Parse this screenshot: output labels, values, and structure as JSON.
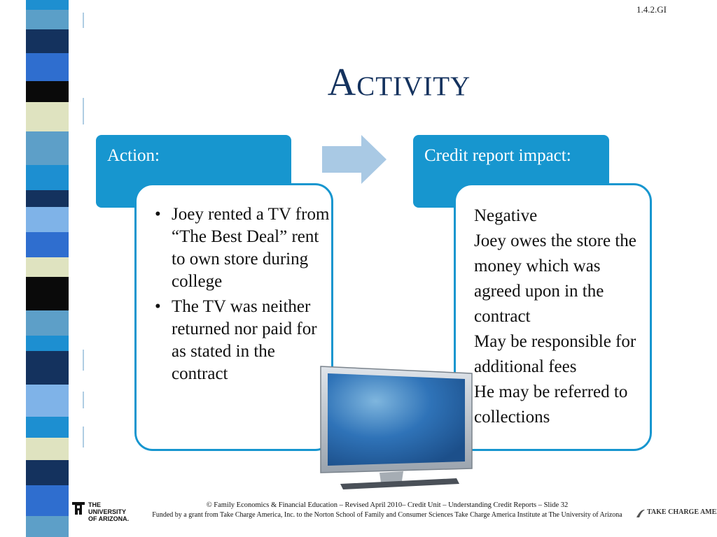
{
  "slide": {
    "code": "1.4.2.GI",
    "title": "Activity"
  },
  "action": {
    "label": "Action:",
    "bullets": [
      "Joey rented a TV from “The Best Deal” rent to own store during college",
      "The TV was neither returned nor paid for as stated in the contract"
    ]
  },
  "impact": {
    "label": "Credit report impact:",
    "lines": [
      "Negative",
      "Joey owes the store the money which was agreed upon in the contract",
      "May be responsible for additional fees",
      "He may be referred to collections"
    ]
  },
  "footer": {
    "line1": "© Family Economics & Financial Education – Revised April 2010– Credit Unit – Understanding Credit Reports – Slide 32",
    "line2": "Funded by a grant from Take Charge America, Inc. to the Norton School of Family and Consumer Sciences Take Charge America Institute at The University of Arizona",
    "ua_logo_line1": "THE UNIVERSITY",
    "ua_logo_line2": "OF ARIZONA.",
    "tca_logo": "TAKE CHARGE AMERICA"
  },
  "colors": {
    "accent": "#1796cf",
    "title": "#14325e",
    "arrow": "#a9c9e4"
  },
  "icons": {
    "arrow": "right-arrow-icon",
    "tv": "television-icon"
  }
}
